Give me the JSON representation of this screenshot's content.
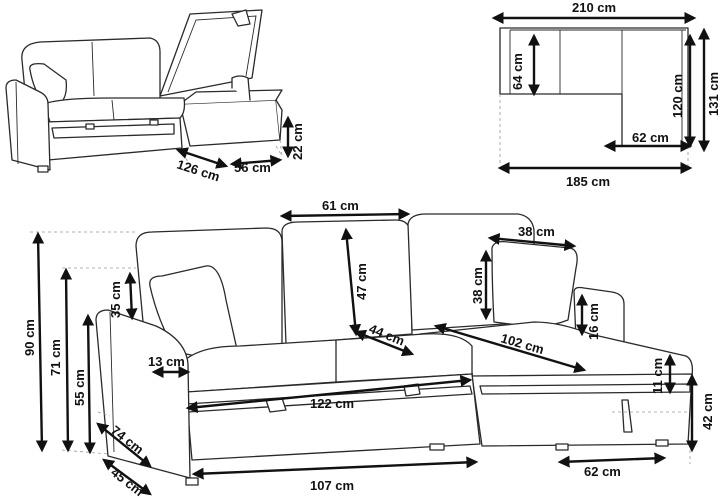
{
  "dimensions": {
    "small_depth": "126 cm",
    "small_chaise_width": "56 cm",
    "small_storage_height": "22 cm",
    "top_total_width": "210 cm",
    "top_back_depth": "64 cm",
    "top_chaise_depth": "120 cm",
    "top_total_depth": "131 cm",
    "top_chaise_width": "62 cm",
    "top_sofa_width": "185 cm",
    "back_cushion_width": "61 cm",
    "pillow_width": "38 cm",
    "back_cushion_height": "47 cm",
    "pillow_height": "38 cm",
    "armrest_height": "35 cm",
    "seat_depth": "44 cm",
    "chaise_length": "102 cm",
    "chaise_arm_height": "16 cm",
    "total_height": "90 cm",
    "back_height": "71 cm",
    "seat_height": "55 cm",
    "arm_width": "13 cm",
    "bed_width": "122 cm",
    "chaise_cushion_height": "11 cm",
    "chaise_height": "42 cm",
    "arm_depth": "74 cm",
    "base_depth": "45 cm",
    "base_width": "107 cm",
    "chaise_front_width": "62 cm"
  }
}
